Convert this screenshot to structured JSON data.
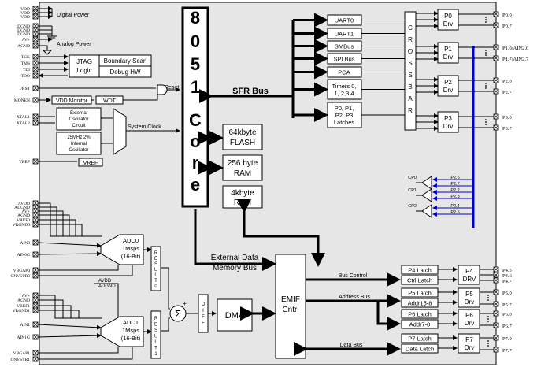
{
  "core": {
    "letters": [
      "8",
      "0",
      "5",
      "1",
      "C",
      "o",
      "r",
      "e"
    ],
    "flash": [
      "64kbyte",
      "FLASH"
    ],
    "ram": [
      "256 byte",
      "RAM"
    ],
    "xram": [
      "4kbyte",
      "RAM"
    ],
    "sfr_bus": "SFR Bus",
    "ext_bus": [
      "External Data",
      "Memory Bus"
    ]
  },
  "peripherals": [
    {
      "lines": [
        "UART0"
      ]
    },
    {
      "lines": [
        "UART1"
      ]
    },
    {
      "lines": [
        "SMBus"
      ]
    },
    {
      "lines": [
        "SPI Bus"
      ]
    },
    {
      "lines": [
        "PCA"
      ]
    },
    {
      "lines": [
        "Timers 0,",
        "1, 2,3,4"
      ]
    },
    {
      "lines": [
        "P0, P1,",
        "P2, P3",
        "Latches"
      ]
    }
  ],
  "crossbar": [
    "C",
    "R",
    "O",
    "S",
    "S",
    "B",
    "A",
    "R"
  ],
  "ports_upper": [
    {
      "name": "P0",
      "drv": "Drv",
      "pins": [
        "P0.0",
        "P0.7"
      ]
    },
    {
      "name": "P1",
      "drv": "Drv",
      "pins": [
        "P1.0/AIN2.0",
        "P1.7/AIN2.7"
      ]
    },
    {
      "name": "P2",
      "drv": "Drv",
      "pins": [
        "P2.0",
        "P2.7"
      ]
    },
    {
      "name": "P3",
      "drv": "Drv",
      "pins": [
        "P3.0",
        "P3.7"
      ]
    }
  ],
  "comparators": [
    {
      "name": "CP0",
      "inputs": [
        "P2.6",
        "P2.7"
      ]
    },
    {
      "name": "CP1",
      "inputs": [
        "P2.2",
        "P2.3"
      ]
    },
    {
      "name": "CP2",
      "inputs": [
        "P2.4",
        "P2.5"
      ]
    }
  ],
  "left": {
    "pins_top": [
      "VDD",
      "VDD",
      "VDD",
      "DGND",
      "DGND",
      "DGND",
      "AV+",
      "AGND",
      "TCK",
      "TMS",
      "TDI",
      "TDO",
      "/RST",
      "MONEN",
      "XTAL1",
      "XTAL2",
      "VREF"
    ],
    "digital_power": "Digital Power",
    "analog_power": "Analog Power",
    "jtag": [
      "JTAG",
      "Logic"
    ],
    "boundary_scan": "Boundary Scan",
    "debug_hw": "Debug HW",
    "reset": "Reset",
    "vdd_monitor": "VDD Monitor",
    "wdt": "WDT",
    "ext_osc": [
      "External",
      "Oscillator",
      "Circuit"
    ],
    "int_osc": [
      "25MHz 2%",
      "Internal",
      "Oscillator"
    ],
    "system_clock": "System Clock",
    "vref": "VREF"
  },
  "adc0": {
    "pins": [
      "AVDD",
      "ADGND",
      "AV+",
      "AGND",
      "VREF0",
      "VRGND0",
      "AIN0",
      "AIN0G",
      "VBGAP0",
      "CNVSTR0"
    ],
    "lines": [
      "ADC0",
      "1Msps",
      "(16-Bit)"
    ],
    "result": [
      "R",
      "E",
      "S",
      "U",
      "L",
      "T",
      "0"
    ]
  },
  "adc1": {
    "pins": [
      "AV+",
      "AGND",
      "VREF1",
      "VRGND1",
      "AIN1",
      "AIN1G",
      "VBGAP1",
      "CNVSTR1"
    ],
    "avdd": "AVDD",
    "agnd": "ADGND",
    "lines": [
      "ADC1",
      "1Msps",
      "(16-Bit)"
    ],
    "result": [
      "R",
      "E",
      "S",
      "U",
      "L",
      "T",
      "1"
    ]
  },
  "dma": {
    "sigma": "Σ",
    "plus": "+",
    "minus": "−",
    "diff": [
      "D",
      "I",
      "F",
      "F"
    ],
    "label": "DMA"
  },
  "emif": {
    "lines": [
      "EMIF",
      "Cntrl"
    ],
    "bus_control": "Bus Control",
    "address_bus": "Address Bus",
    "data_bus": "Data Bus"
  },
  "latches": [
    "P4 Latch",
    "Ctrl Latch",
    "P5 Latch",
    "Addr15-8",
    "P6 Latch",
    "Addr7-0",
    "P7 Latch",
    "Data Latch"
  ],
  "ports_lower": [
    {
      "name": "P4",
      "drv": "DRV",
      "pins": [
        "P4.5",
        "P4.6",
        "P4.7"
      ]
    },
    {
      "name": "P5",
      "drv": "Drv",
      "pins": [
        "P5.0",
        "P5.7"
      ]
    },
    {
      "name": "P6",
      "drv": "Drv",
      "pins": [
        "P6.0",
        "P6.7"
      ]
    },
    {
      "name": "P7",
      "drv": "Drv",
      "pins": [
        "P7.0",
        "P7.7"
      ]
    }
  ]
}
